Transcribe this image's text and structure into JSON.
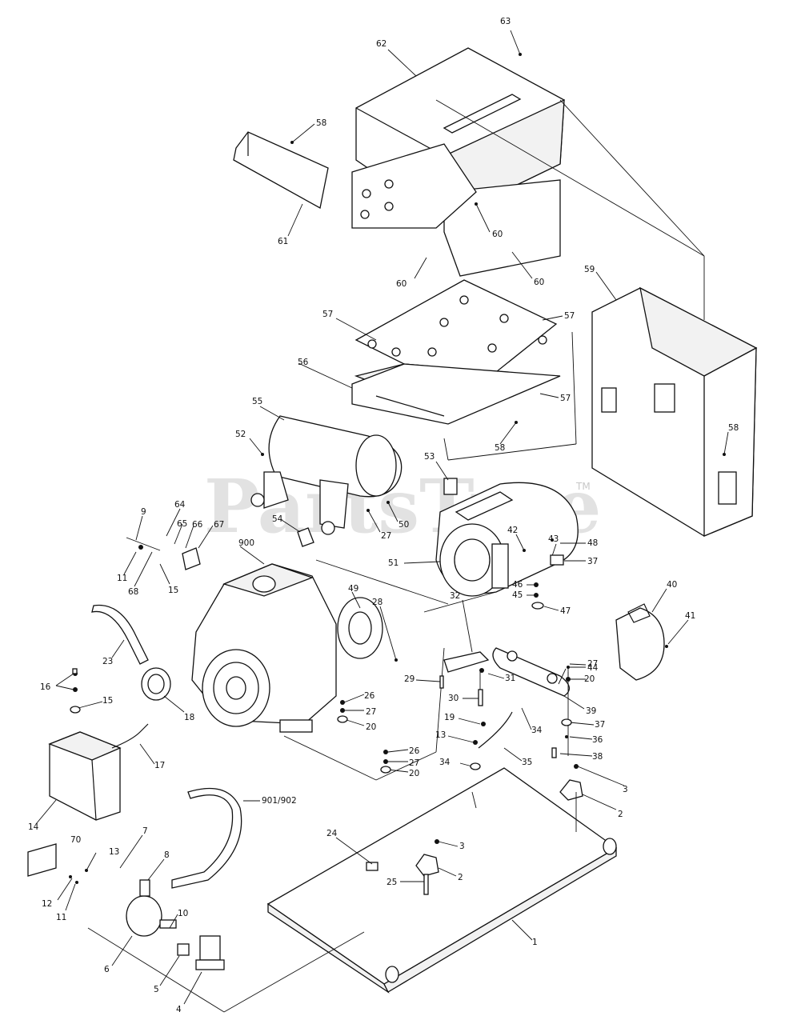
{
  "watermark": {
    "text": "PartsTree",
    "trademark": "TM"
  },
  "labels": {
    "p1": "1",
    "p2a": "2",
    "p2b": "2",
    "p3a": "3",
    "p3b": "3",
    "p4": "4",
    "p5": "5",
    "p6": "6",
    "p7": "7",
    "p8": "8",
    "p9": "9",
    "p10": "10",
    "p11a": "11",
    "p11b": "11",
    "p12": "12",
    "p13a": "13",
    "p13b": "13",
    "p14": "14",
    "p15a": "15",
    "p15b": "15",
    "p16": "16",
    "p17": "17",
    "p18": "18",
    "p19": "19",
    "p20a": "20",
    "p20b": "20",
    "p20c": "20",
    "p23": "23",
    "p24": "24",
    "p25": "25",
    "p26a": "26",
    "p26b": "26",
    "p27a": "27",
    "p27b": "27",
    "p27c": "27",
    "p27d": "27",
    "p28": "28",
    "p29": "29",
    "p30": "30",
    "p31": "31",
    "p32": "32",
    "p34a": "34",
    "p34b": "34",
    "p35": "35",
    "p36": "36",
    "p37a": "37",
    "p37b": "37",
    "p38": "38",
    "p39": "39",
    "p40": "40",
    "p41": "41",
    "p42": "42",
    "p43": "43",
    "p44": "44",
    "p45": "45",
    "p46": "46",
    "p47": "47",
    "p48": "48",
    "p49": "49",
    "p50": "50",
    "p51": "51",
    "p52": "52",
    "p53": "53",
    "p54": "54",
    "p55": "55",
    "p56": "56",
    "p57a": "57",
    "p57b": "57",
    "p57c": "57",
    "p58a": "58",
    "p58b": "58",
    "p58c": "58",
    "p59": "59",
    "p60a": "60",
    "p60b": "60",
    "p60c": "60",
    "p61": "61",
    "p62": "62",
    "p63": "63",
    "p64": "64",
    "p65": "65",
    "p66": "66",
    "p67": "67",
    "p68": "68",
    "p70": "70",
    "p900": "900",
    "p901": "901/902"
  }
}
